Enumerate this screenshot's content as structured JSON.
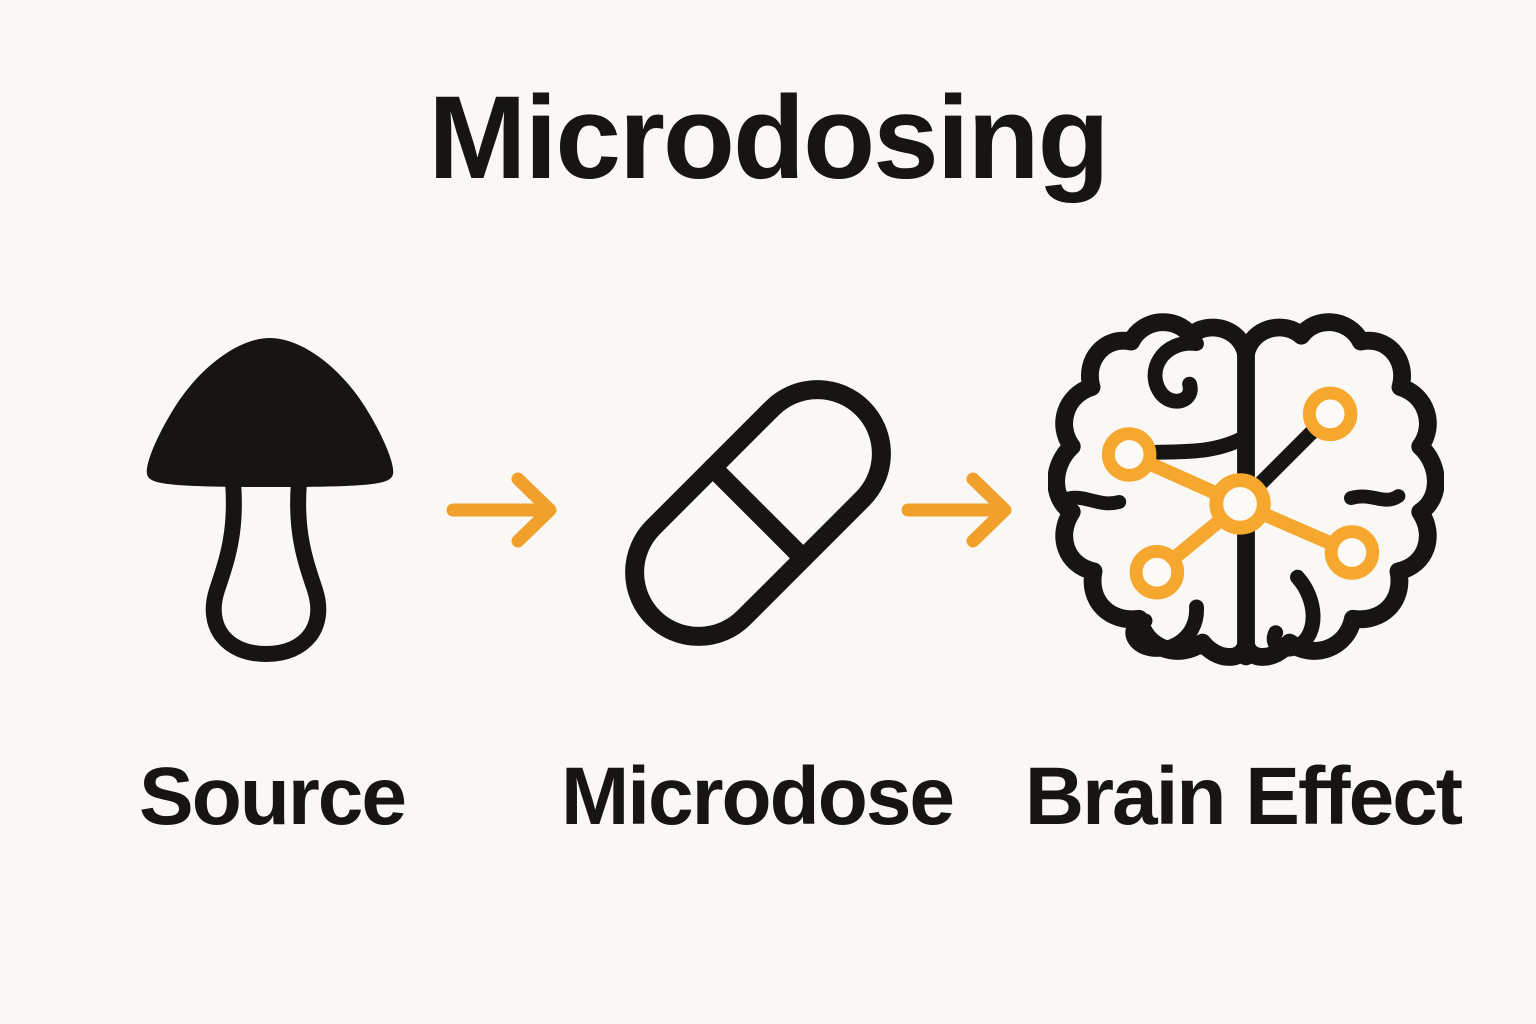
{
  "title": "Microdosing",
  "steps": [
    {
      "label": "Source",
      "icon": "mushroom-icon"
    },
    {
      "label": "Microdose",
      "icon": "pill-icon"
    },
    {
      "label": "Brain Effect",
      "icon": "brain-network-icon"
    }
  ],
  "connectors": [
    {
      "icon": "arrow-right-icon"
    },
    {
      "icon": "arrow-right-icon"
    }
  ],
  "colors": {
    "background": "#FAF8F5",
    "ink": "#161513",
    "accent_orange": "#F0A02B",
    "node_orange": "#F5A72E",
    "node_hole": "#FCFAF7"
  }
}
